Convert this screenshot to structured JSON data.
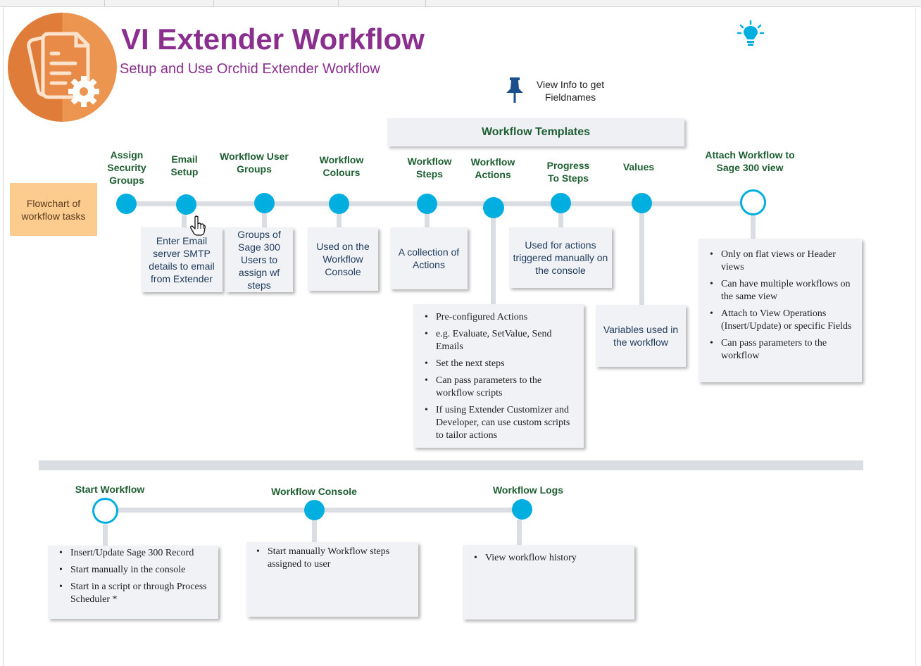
{
  "header": {
    "title": "VI Extender Workflow",
    "subtitle": "Setup and Use Orchid Extender Workflow",
    "pin_info": "View Info to get Fieldnames"
  },
  "icons": [
    "document-gear-icon",
    "lightbulb-icon",
    "pushpin-icon",
    "hand-cursor-icon"
  ],
  "colors": {
    "title": "#8b2f8e",
    "step_label": "#1e5e32",
    "timeline_dot": "#00aee0",
    "logo": "#e07c3a",
    "side_note": "#fccc8f"
  },
  "side_note": "Flowchart of workflow tasks",
  "templates_banner": "Workflow Templates",
  "steps": [
    {
      "label": "Assign Security Groups",
      "note": ""
    },
    {
      "label": "Email Setup",
      "note": "Enter Email server SMTP details to email from Extender"
    },
    {
      "label": "Workflow User Groups",
      "note": "Groups of Sage 300 Users to assign wf steps"
    },
    {
      "label": "Workflow Colours",
      "note": "Used on the Workflow Console"
    },
    {
      "label": "Workflow Steps",
      "note": "A collection of Actions"
    },
    {
      "label": "Workflow Actions",
      "bullets": [
        "Pre-configured Actions",
        "e.g. Evaluate, SetValue, Send Emails",
        "Set the next steps",
        "Can pass parameters to the workflow scripts",
        "If using Extender Customizer and Developer, can use custom scripts to tailor actions"
      ]
    },
    {
      "label": "Progress To Steps",
      "note": "Used for actions triggered manually on the console"
    },
    {
      "label": "Values",
      "note": "Variables used in the workflow"
    },
    {
      "label": "Attach Workflow to Sage 300 view",
      "bullets": [
        "Only on flat views or Header views",
        "Can have multiple workflows on the same view",
        "Attach to View Operations (Insert/Update) or specific Fields",
        "Can pass parameters to the workflow"
      ]
    }
  ],
  "run_steps": [
    {
      "label": "Start Workflow",
      "bullets": [
        "Insert/Update Sage 300 Record",
        "Start manually in the console",
        "Start in a script or through Process Scheduler *"
      ]
    },
    {
      "label": "Workflow Console",
      "bullets": [
        "Start manually Workflow steps assigned to user"
      ]
    },
    {
      "label": "Workflow Logs",
      "bullets": [
        "View workflow history"
      ]
    }
  ]
}
